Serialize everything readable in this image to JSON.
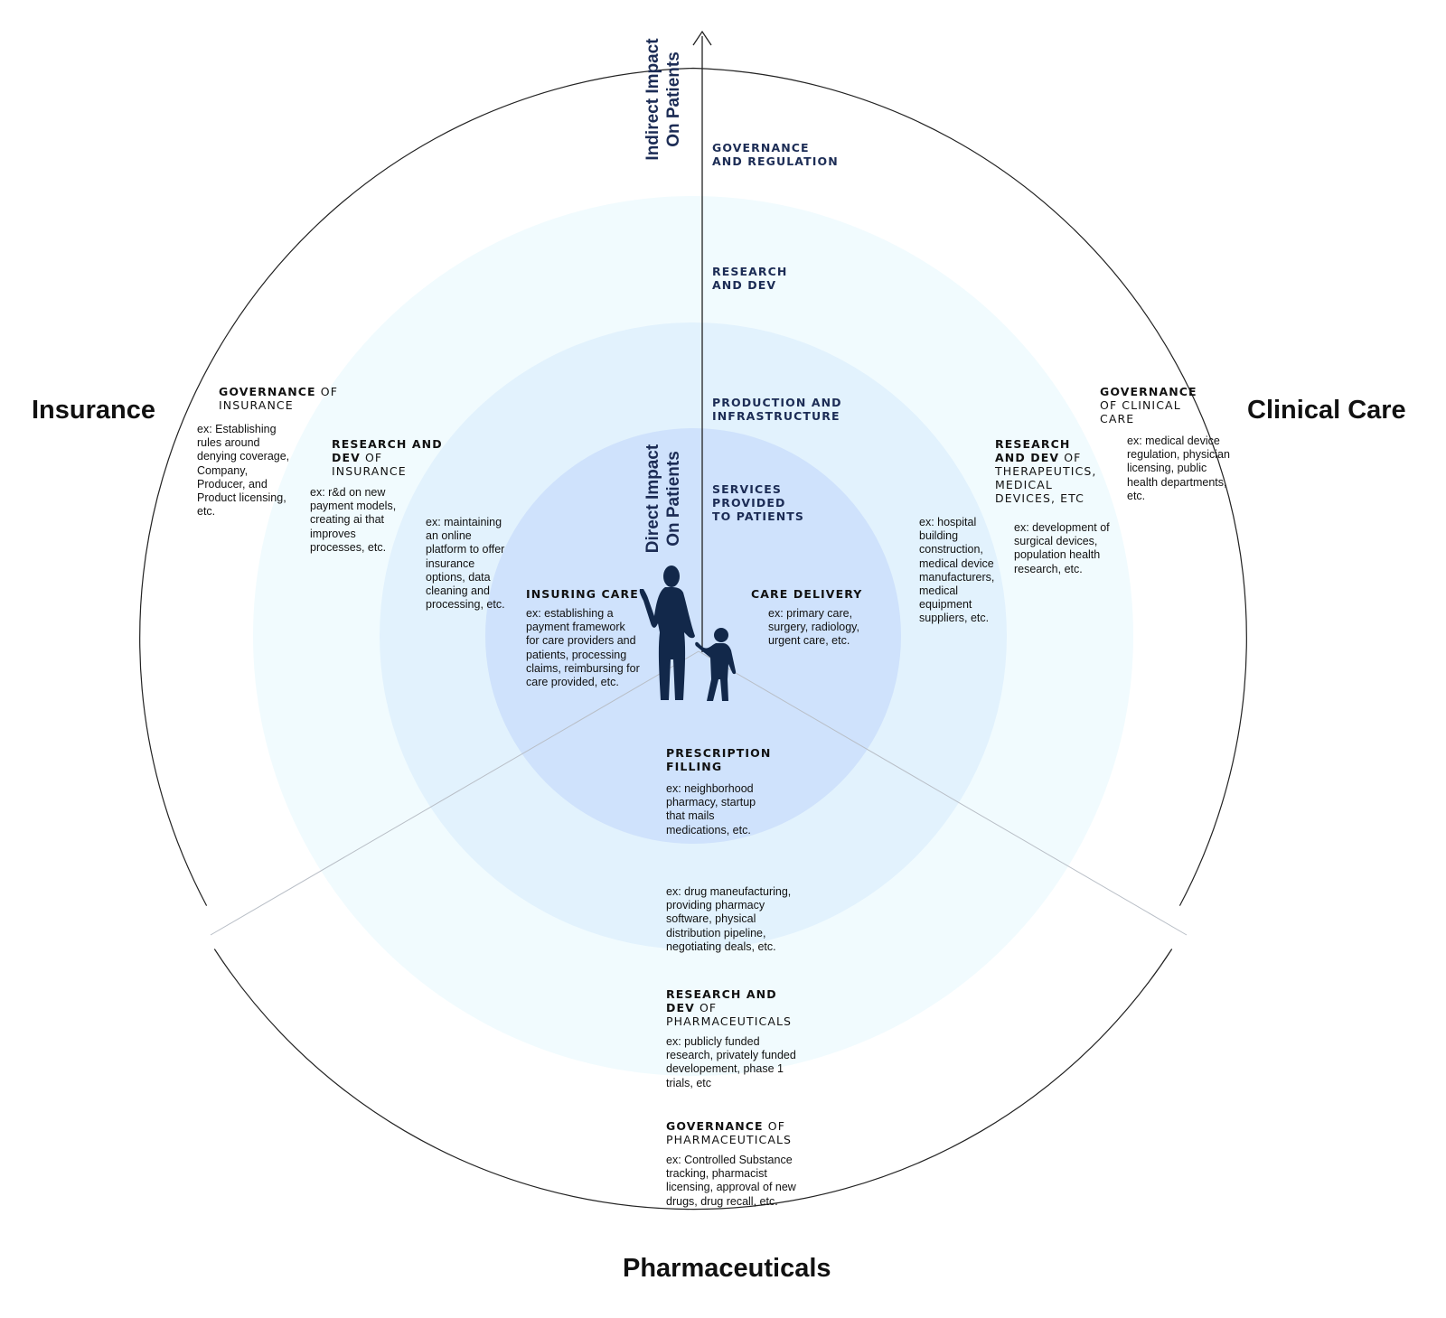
{
  "sectors": {
    "insurance": "Insurance",
    "clinical_care": "Clinical Care",
    "pharmaceuticals": "Pharmaceuticals"
  },
  "axis": {
    "indirect_line1": "Indirect Impact",
    "indirect_line2": "On Patients",
    "direct_line1": "Direct Impact",
    "direct_line2": "On Patients"
  },
  "rings": {
    "governance_l1": "GOVERNANCE",
    "governance_l2": "AND REGULATION",
    "research_l1": "RESEARCH",
    "research_l2": "AND DEV",
    "production_l1": "PRODUCTION AND",
    "production_l2": "INFRASTRUCTURE",
    "services_l1": "SERVICES",
    "services_l2": "PROVIDED",
    "services_l3": "TO PATIENTS"
  },
  "insurance": {
    "gov_b": "GOVERNANCE",
    "gov_n1": " OF",
    "gov_n2": "INSURANCE",
    "gov_ex": "ex: Establishing rules around denying coverage, Company, Producer, and Product licensing, etc.",
    "rd_b1": "RESEARCH AND",
    "rd_b2": "DEV",
    "rd_n1": " OF",
    "rd_n2": "INSURANCE",
    "rd_ex": "ex: r&d on new payment models, creating ai that improves processes, etc.",
    "prod_ex": "ex: maintaining an online platform to offer insurance options, data cleaning and processing, etc.",
    "care_title": "INSURING CARE",
    "care_ex": "ex: establishing a payment framework for care providers and patients, processing claims, reimbursing for care provided, etc."
  },
  "clinical": {
    "gov_b": "GOVERNANCE",
    "gov_n1": "OF CLINICAL",
    "gov_n2": "CARE",
    "gov_ex": "ex: medical device regulation, physician licensing, public health departments, etc.",
    "rd_b1": "RESEARCH",
    "rd_b2": "AND DEV",
    "rd_n1": " OF",
    "rd_n2": "THERAPEUTICS,",
    "rd_n3": "MEDICAL",
    "rd_n4": "DEVICES, ETC",
    "rd_ex": "ex: development of surgical devices, population health research, etc.",
    "prod_ex": "ex: hospital building construction, medical device manufacturers, medical equipment suppliers, etc.",
    "care_title": "CARE DELIVERY",
    "care_ex": "ex: primary care, surgery, radiology, urgent care, etc."
  },
  "pharma": {
    "care_title1": "PRESCRIPTION",
    "care_title2": "FILLING",
    "care_ex": "ex: neighborhood pharmacy, startup that mails medications, etc.",
    "prod_ex": "ex: drug maneufacturing, providing pharmacy software, physical distribution pipeline, negotiating deals, etc.",
    "rd_b1": "RESEARCH AND",
    "rd_b2": "DEV",
    "rd_n1": " OF",
    "rd_n2": "PHARMACEUTICALS",
    "rd_ex": "ex: publicly funded research, privately funded developement, phase 1 trials, etc",
    "gov_b": "GOVERNANCE",
    "gov_n1": " OF",
    "gov_n2": "PHARMACEUTICALS",
    "gov_ex": "ex: Controlled Substance tracking, pharmacist licensing, approval of new drugs, drug recall, etc."
  },
  "colors": {
    "ring_research": "#f1fbfe",
    "ring_production": "#e2f2fd",
    "ring_services": "#cfe2fc",
    "navy": "#1c2c55",
    "figure": "#12284a"
  },
  "icons": {
    "figure": "parent-and-child-silhouette-icon"
  }
}
